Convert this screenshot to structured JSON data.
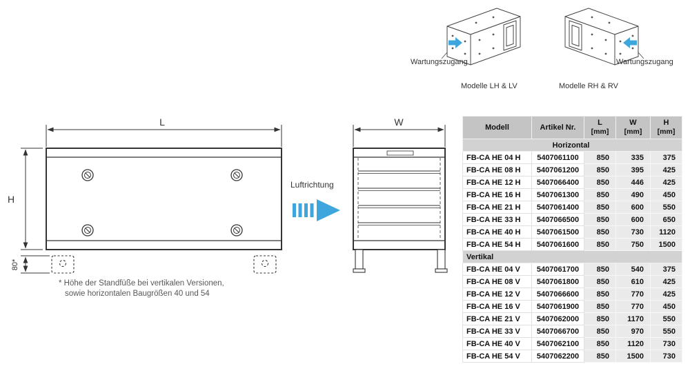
{
  "colors": {
    "accent_blue": "#3EA6DC",
    "line": "#333333",
    "table_header_bg": "#c4c4c4",
    "table_section_bg": "#d2d2d2",
    "table_num_col_bg": "#eaeaea"
  },
  "iso": {
    "left": {
      "access_label": "Wartungszugang",
      "model_label": "Modelle LH & LV"
    },
    "right": {
      "access_label": "Wartungszugang",
      "model_label": "Modelle RH & RV"
    }
  },
  "drawing": {
    "length_label": "L",
    "width_label": "W",
    "height_label": "H",
    "feet_label": "80*",
    "airflow_label": "Luftrichtung",
    "footnote_line1": "* Höhe der Standfüße bei vertikalen Versionen,",
    "footnote_line2": "sowie horizontalen Baugrößen 40 und 54"
  },
  "table": {
    "headers": [
      "Modell",
      "Artikel Nr.",
      "L",
      "W",
      "H"
    ],
    "unit_label": "[mm]",
    "sections": [
      {
        "label": "Horizontal",
        "rows": [
          [
            "FB-CA HE 04 H",
            "5407061100",
            "850",
            "335",
            "375"
          ],
          [
            "FB-CA HE 08 H",
            "5407061200",
            "850",
            "395",
            "425"
          ],
          [
            "FB-CA HE 12 H",
            "5407066400",
            "850",
            "446",
            "425"
          ],
          [
            "FB-CA HE 16 H",
            "5407061300",
            "850",
            "490",
            "450"
          ],
          [
            "FB-CA HE 21 H",
            "5407061400",
            "850",
            "600",
            "550"
          ],
          [
            "FB-CA HE 33 H",
            "5407066500",
            "850",
            "600",
            "650"
          ],
          [
            "FB-CA HE 40 H",
            "5407061500",
            "850",
            "730",
            "1120"
          ],
          [
            "FB-CA HE 54 H",
            "5407061600",
            "850",
            "750",
            "1500"
          ]
        ]
      },
      {
        "label": "Vertikal",
        "rows": [
          [
            "FB-CA HE 04 V",
            "5407061700",
            "850",
            "540",
            "375"
          ],
          [
            "FB-CA HE 08 V",
            "5407061800",
            "850",
            "610",
            "425"
          ],
          [
            "FB-CA HE 12 V",
            "5407066600",
            "850",
            "770",
            "425"
          ],
          [
            "FB-CA HE 16 V",
            "5407061900",
            "850",
            "770",
            "450"
          ],
          [
            "FB-CA HE 21 V",
            "5407062000",
            "850",
            "1170",
            "550"
          ],
          [
            "FB-CA HE 33 V",
            "5407066700",
            "850",
            "970",
            "550"
          ],
          [
            "FB-CA HE 40 V",
            "5407062100",
            "850",
            "1120",
            "730"
          ],
          [
            "FB-CA HE 54 V",
            "5407062200",
            "850",
            "1500",
            "730"
          ]
        ]
      }
    ]
  }
}
